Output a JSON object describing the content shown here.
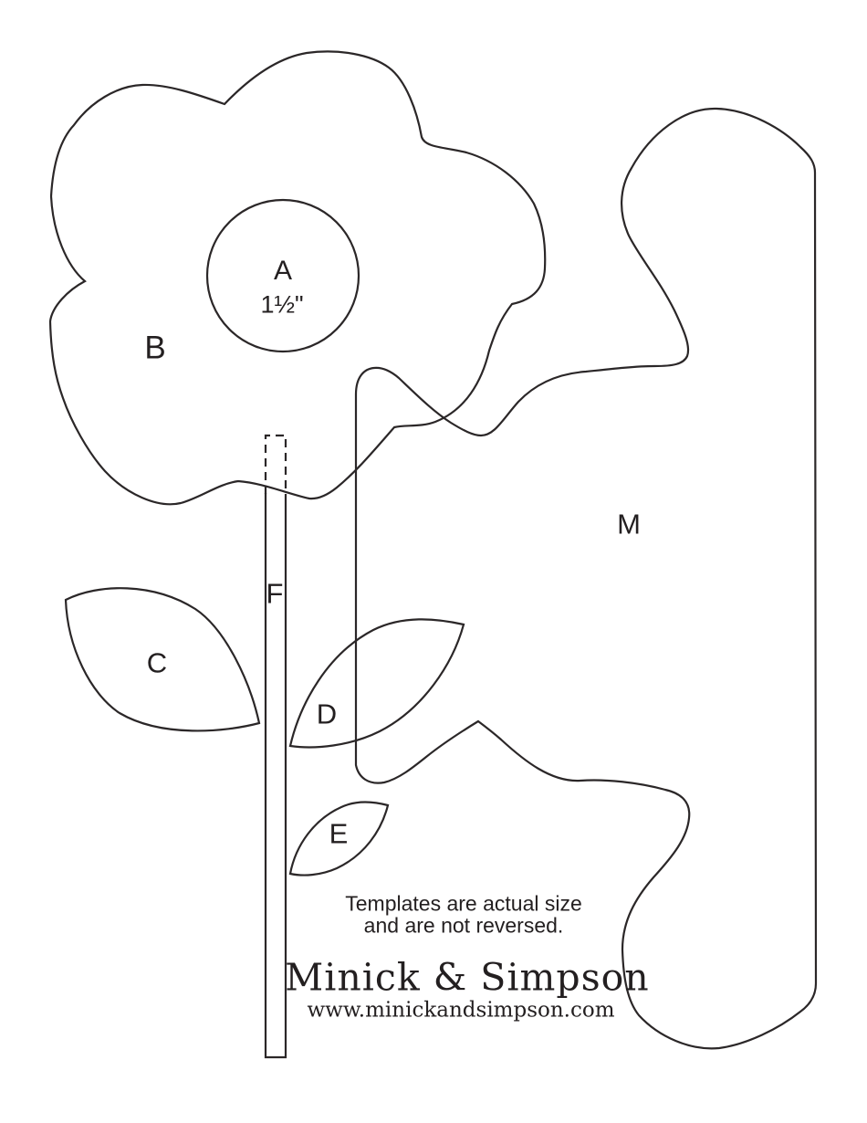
{
  "document": {
    "type": "applique-template-sheet"
  },
  "labels": {
    "circle": "A",
    "circle_size": "1½\"",
    "flower": "B",
    "leaf_large": "C",
    "leaf_medium": "D",
    "leaf_small": "E",
    "stem": "F",
    "background_piece": "M"
  },
  "caption": {
    "line1": "Templates are actual size",
    "line2": "and are not reversed."
  },
  "brand": {
    "name": "Minick & Simpson",
    "website": "www.minickandsimpson.com"
  },
  "colors": {
    "ink": "#2b2728",
    "text": "#231f20",
    "background": "#ffffff"
  }
}
